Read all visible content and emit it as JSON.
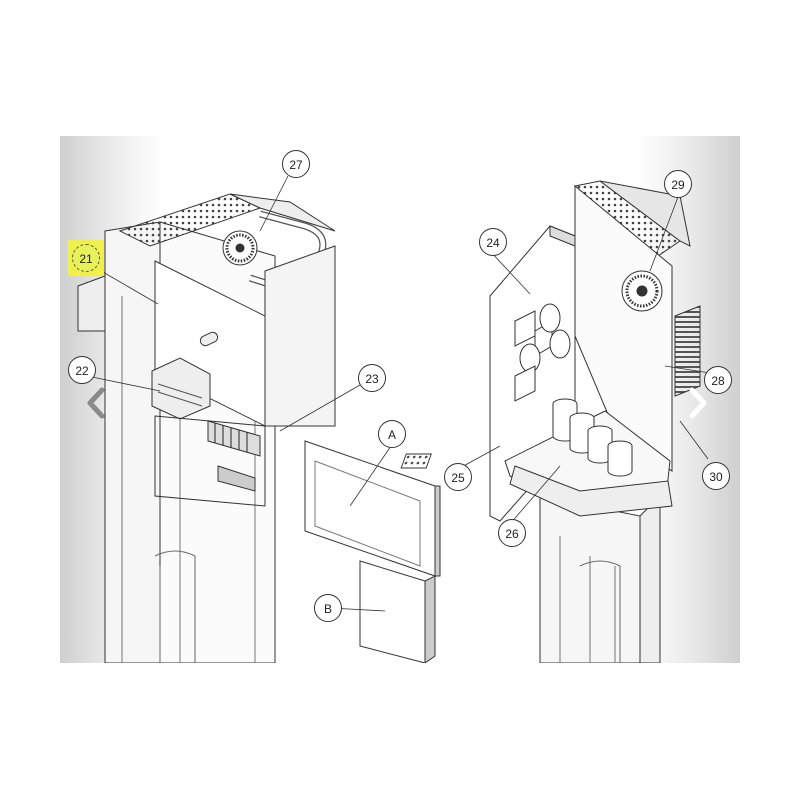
{
  "callouts": {
    "c21": "21",
    "c22": "22",
    "c23": "23",
    "c24": "24",
    "c25": "25",
    "c26": "26",
    "c27": "27",
    "c28": "28",
    "c29": "29",
    "c30": "30",
    "cA": "A",
    "cB": "B"
  },
  "selected_callout": "21",
  "colors": {
    "highlight": "#f0f04a",
    "line": "#333333",
    "nav_arrow": "#8a8a8a"
  },
  "icons": {
    "prev": "chevron-left-icon",
    "next": "chevron-right-icon"
  }
}
